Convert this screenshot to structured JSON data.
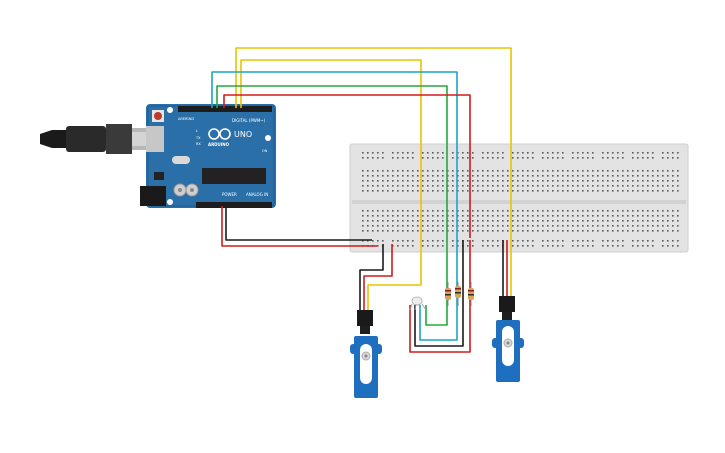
{
  "board": {
    "brand": "ARDUINO",
    "model": "UNO",
    "digital_label": "DIGITAL (PWM~)",
    "power_label": "POWER",
    "analog_label": "ANALOG IN",
    "aref_label": "AREF",
    "gnd_label": "GND",
    "tx_label": "TX",
    "rx_label": "RX",
    "l_label": "L",
    "on_label": "ON"
  },
  "components": {
    "usb_cable": "usb-cable",
    "breadboard": "breadboard",
    "servo_left": "servo-motor",
    "servo_right": "servo-motor",
    "rgb_led": "rgb-led",
    "resistors": [
      "resistor",
      "resistor",
      "resistor"
    ]
  },
  "colors": {
    "board": "#2a6fa8",
    "breadboard": "#e3e3e3",
    "wire_yellow": "#e8c400",
    "wire_teal": "#1aa3c8",
    "wire_green": "#22aa3c",
    "wire_red": "#d11b1b",
    "wire_black": "#1a1a1a",
    "servo": "#1e6fc0"
  }
}
